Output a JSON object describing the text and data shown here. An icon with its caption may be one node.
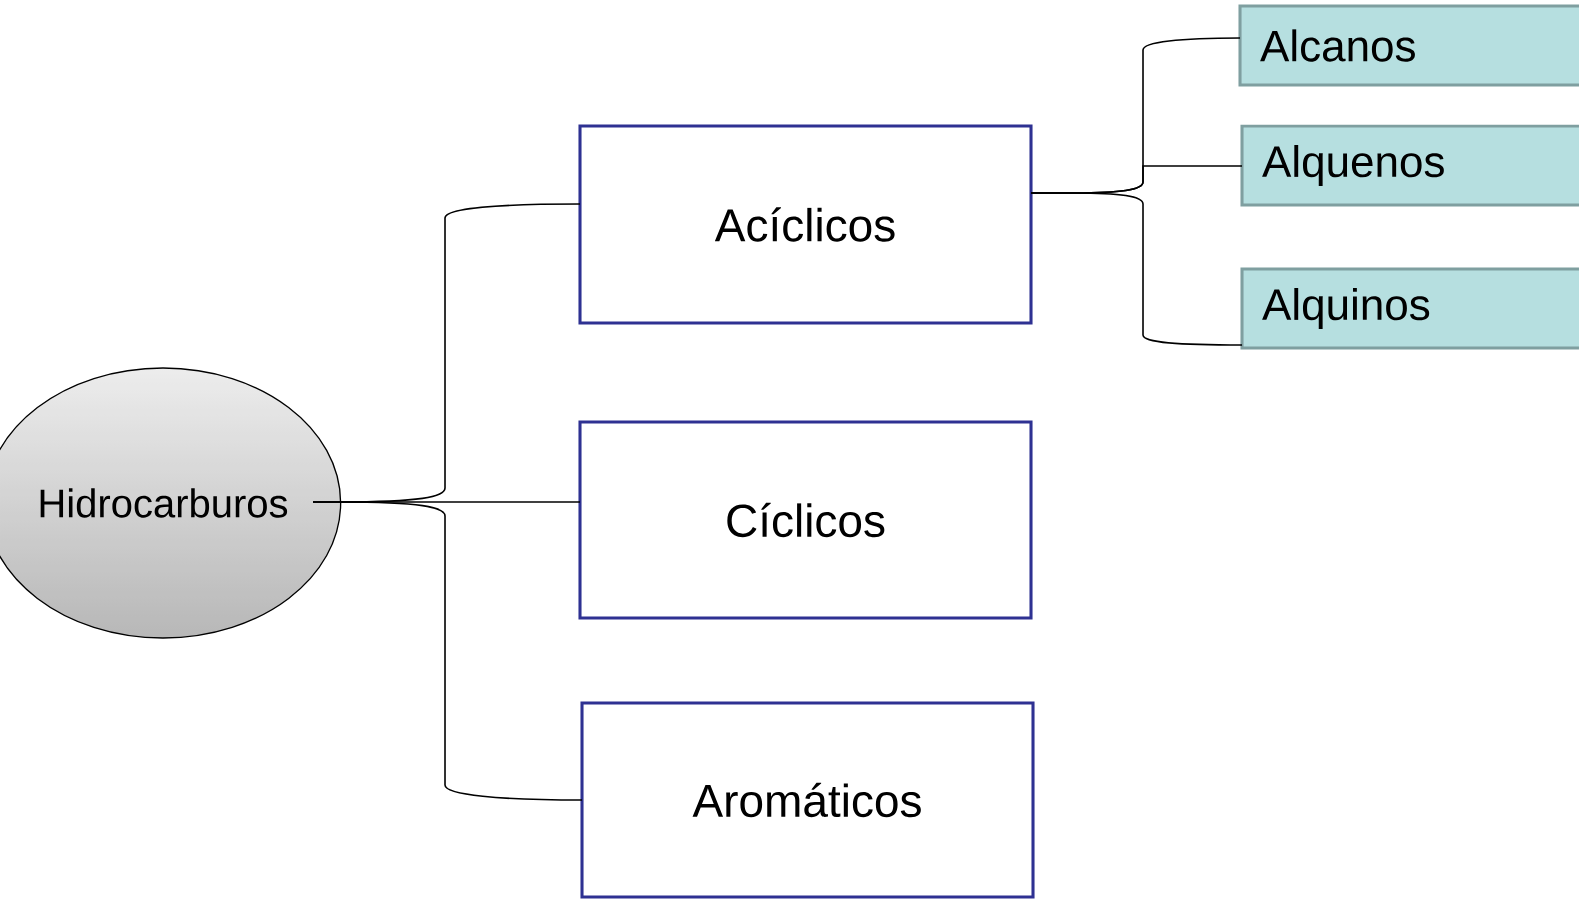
{
  "diagram": {
    "nodes": [
      {
        "text": [
          "Hidrocarburos"
        ]
      },
      {
        "text": [
          "Acíclicos"
        ]
      },
      {
        "text": [
          "Cíclicos"
        ]
      },
      {
        "text": [
          "Aromáticos"
        ]
      },
      {
        "text": [
          "Alcanos"
        ]
      },
      {
        "text": [
          "Alquenos"
        ]
      },
      {
        "text": [
          "Alquinos"
        ]
      }
    ],
    "edges": [
      {
        "from": 0,
        "to": 1,
        "arrow": "none"
      },
      {
        "from": 0,
        "to": 2,
        "arrow": "none"
      },
      {
        "from": 0,
        "to": 3,
        "arrow": "none"
      },
      {
        "from": 1,
        "to": 4,
        "arrow": "none"
      },
      {
        "from": 1,
        "to": 5,
        "arrow": "none"
      },
      {
        "from": 1,
        "to": 6,
        "arrow": "none"
      }
    ]
  }
}
